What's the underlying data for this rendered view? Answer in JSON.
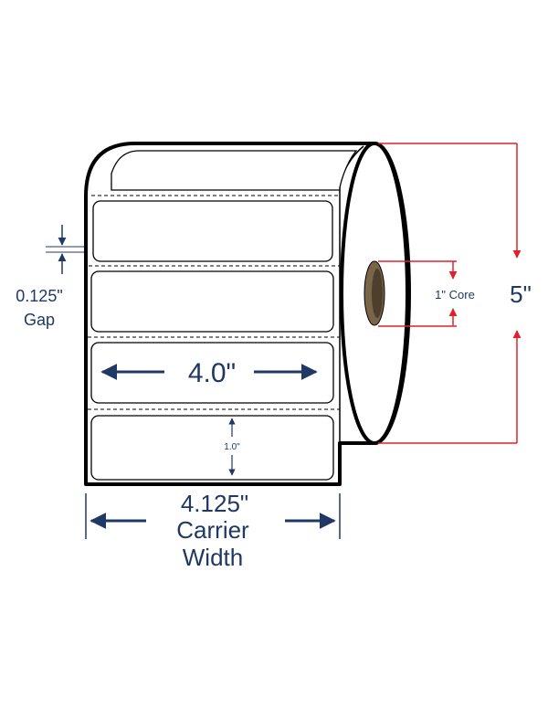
{
  "dimensions": {
    "label_width": "4.0\"",
    "label_height": "1.0\"",
    "gap_value": "0.125\"",
    "gap_label": "Gap",
    "core_label": "1\" Core",
    "roll_diameter": "5\"",
    "carrier_width_value": "4.125\"",
    "carrier_width_line1": "Carrier",
    "carrier_width_line2": "Width"
  },
  "colors": {
    "outline": "#000000",
    "dimension_blue": "#1f3864",
    "dimension_red": "#e3202a",
    "core_brown": "#7a6548",
    "core_shadow": "#4e3f2c"
  },
  "icons": [
    "arrow-left-icon",
    "arrow-right-icon",
    "arrow-up-icon",
    "arrow-down-icon"
  ]
}
